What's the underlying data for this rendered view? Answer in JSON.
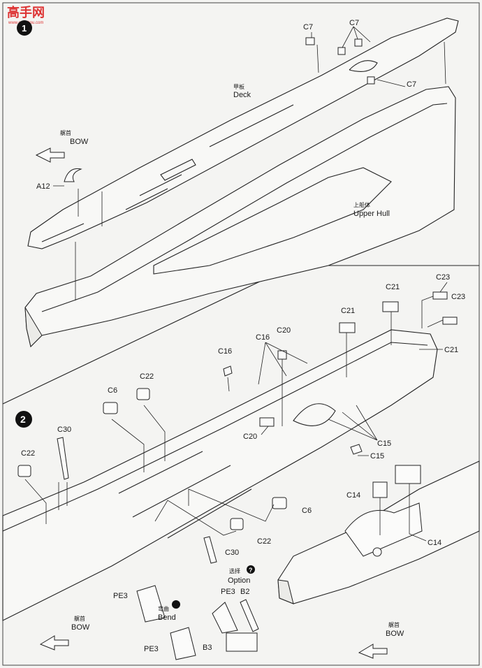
{
  "watermark": {
    "cn": "高手网",
    "url": "www.gaoshou.com"
  },
  "steps": [
    {
      "number": "1"
    },
    {
      "number": "2"
    }
  ],
  "step1": {
    "deck_cn": "甲板",
    "deck_en": "Deck",
    "bow_cn": "艉首",
    "bow_en": "BOW",
    "upper_hull_cn": "上船体",
    "upper_hull_en": "Upper Hull",
    "parts": {
      "a12": "A12",
      "c7": "C7"
    }
  },
  "step2": {
    "parts": {
      "c23": "C23",
      "c21": "C21",
      "c20": "C20",
      "c16": "C16",
      "c22": "C22",
      "c6": "C6",
      "c30": "C30",
      "c15": "C15",
      "c14": "C14",
      "pe3": "PE3",
      "b2": "B2",
      "b3": "B3"
    },
    "option_cn": "选择",
    "option_en": "Option",
    "option_icon": "?",
    "bend_cn": "弯曲",
    "bend_en": "Bend",
    "bow_cn": "艉首",
    "bow_en": "BOW"
  }
}
